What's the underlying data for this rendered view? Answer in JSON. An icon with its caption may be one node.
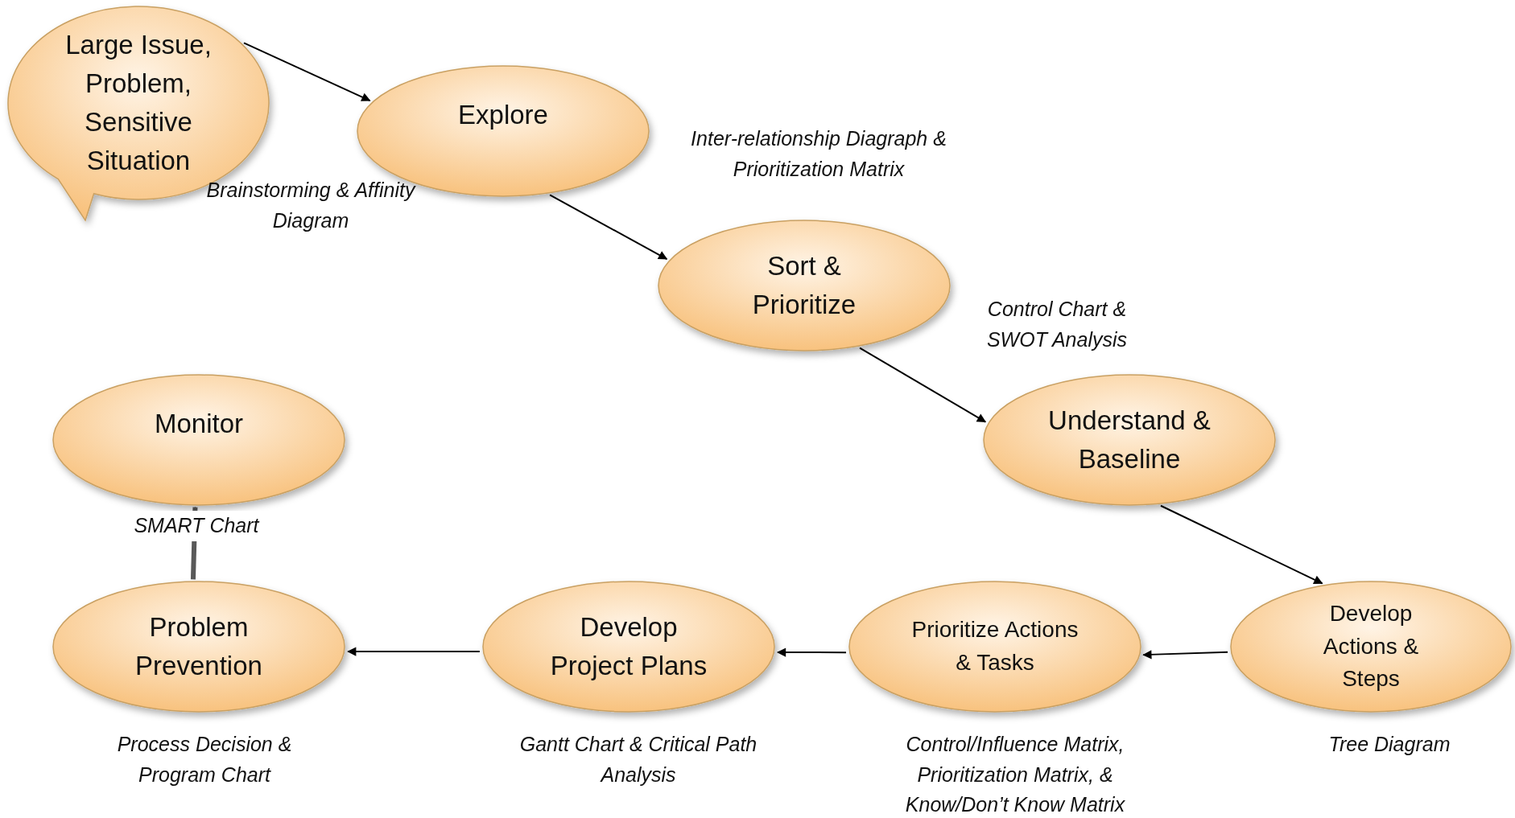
{
  "diagram": {
    "nodes": [
      {
        "text": [
          "Large Issue, Problem, Sensitive Situation"
        ],
        "beside": [
          "Brainstorming & Affinity Diagram"
        ]
      },
      {
        "text": [
          "Explore"
        ],
        "beside": [
          "Inter-relationship Diagraph & Prioritization Matrix"
        ]
      },
      {
        "text": [
          "Sort & Prioritize"
        ],
        "beside": [
          "Control Chart & SWOT Analysis"
        ]
      },
      {
        "text": [
          "Understand & Baseline"
        ]
      },
      {
        "text": [
          "Monitor"
        ],
        "beside": [
          "SMART Chart"
        ]
      },
      {
        "text": [
          "Problem Prevention"
        ],
        "beside": [
          "Process Decision & Program Chart"
        ]
      },
      {
        "text": [
          "Develop Project Plans"
        ],
        "beside": [
          "Gantt Chart & Critical Path Analysis"
        ]
      },
      {
        "text": [
          "Prioritize Actions & Tasks"
        ],
        "beside": [
          "Control/Influence Matrix, Prioritization Matrix, & Know/Don’t Know Matrix"
        ]
      },
      {
        "text": [
          "Develop Actions & Steps"
        ],
        "beside": [
          "Tree Diagram"
        ]
      }
    ],
    "edges": [
      {
        "from": 0,
        "to": 1,
        "arrow": "to"
      },
      {
        "from": 1,
        "to": 2,
        "arrow": "to"
      },
      {
        "from": 2,
        "to": 3,
        "arrow": "to"
      },
      {
        "from": 3,
        "to": 8,
        "arrow": "to"
      },
      {
        "from": 8,
        "to": 7,
        "arrow": "to"
      },
      {
        "from": 7,
        "to": 6,
        "arrow": "to"
      },
      {
        "from": 6,
        "to": 5,
        "arrow": "to"
      },
      {
        "from": 5,
        "to": 4,
        "arrow": "to",
        "style": "thick",
        "color": "#595959"
      }
    ]
  }
}
